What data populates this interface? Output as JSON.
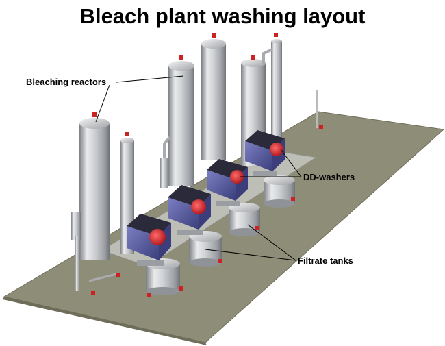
{
  "title": "Bleach plant washing layout",
  "labels": {
    "reactors": "Bleaching reactors",
    "washers": "DD-washers",
    "tanks": "Filtrate tanks"
  },
  "colors": {
    "floor": "#8e8d78",
    "steel": "#c6c8cc",
    "washer_body": "#5b5ea0",
    "washer_drum": "#d8232a",
    "valve": "#cc2222"
  }
}
